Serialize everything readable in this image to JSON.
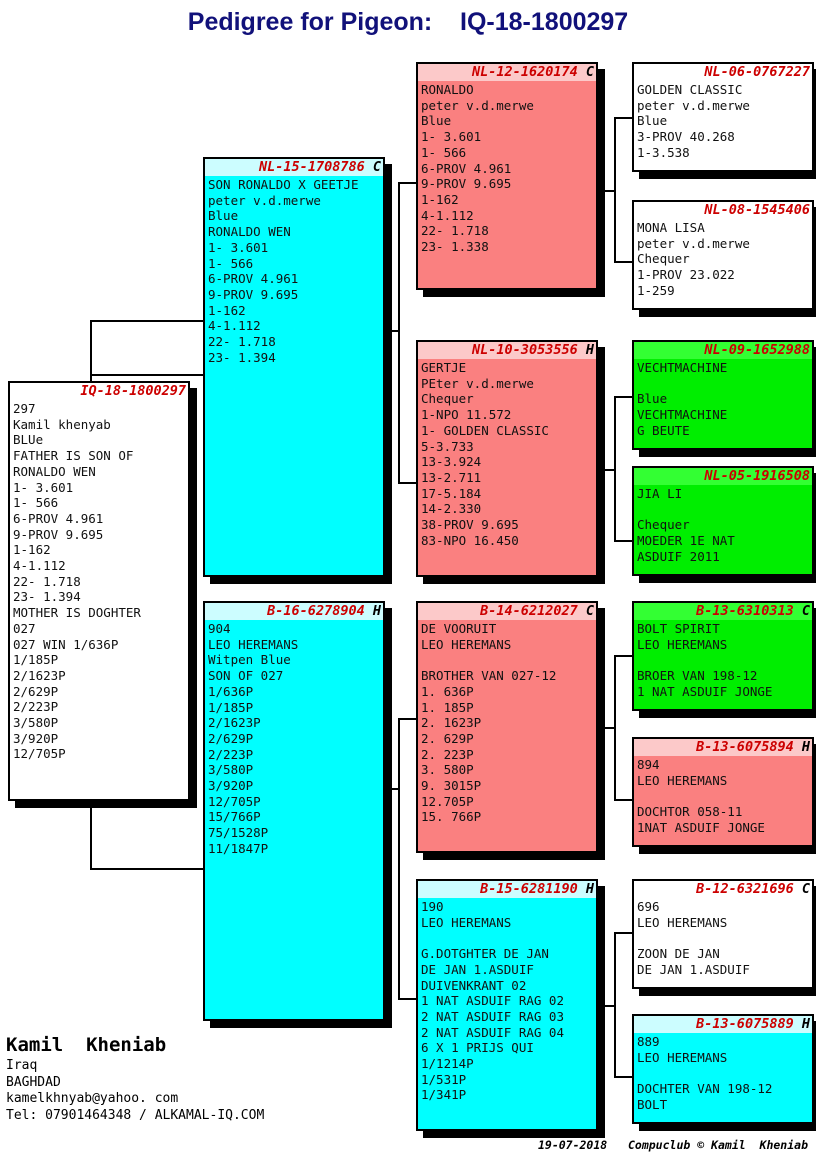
{
  "title": "Pedigree for Pigeon:    IQ-18-1800297",
  "boxes": {
    "subject": {
      "ring": "IQ-18-1800297",
      "sex": "",
      "color": "white",
      "lines": "297\nKamil khenyab\nBLUe\nFATHER IS SON OF\nRONALDO WEN\n1- 3.601\n1- 566\n6-PROV 4.961\n9-PROV 9.695\n1-162\n4-1.112\n22- 1.718\n23- 1.394\nMOTHER IS DOGHTER\n027\n027 WIN 1/636P\n1/185P\n2/1623P\n2/629P\n2/223P\n3/580P\n3/920P\n12/705P"
    },
    "sire": {
      "ring": "NL-15-1708786",
      "sex": "C",
      "color": "cyan",
      "lines": "SON RONALDO X GEETJE\npeter v.d.merwe\nBlue\nRONALDO WEN\n1- 3.601\n1- 566\n6-PROV 4.961\n9-PROV 9.695\n1-162\n4-1.112\n22- 1.718\n23- 1.394"
    },
    "dam": {
      "ring": "B-16-6278904",
      "sex": "H",
      "color": "cyan",
      "lines": "904\nLEO HEREMANS\nWitpen Blue\nSON OF 027\n1/636P\n1/185P\n2/1623P\n2/629P\n2/223P\n3/580P\n3/920P\n12/705P\n15/766P\n75/1528P\n11/1847P"
    },
    "sire_sire": {
      "ring": "NL-12-1620174",
      "sex": "C",
      "color": "pink",
      "lines": "RONALDO\npeter v.d.merwe\nBlue\n1- 3.601\n1- 566\n6-PROV 4.961\n9-PROV 9.695\n1-162\n4-1.112\n22- 1.718\n23- 1.338"
    },
    "sire_dam": {
      "ring": "NL-10-3053556",
      "sex": "H",
      "color": "pink",
      "lines": "GERTJE\nPEter v.d.merwe\nChequer\n1-NPO 11.572\n1- GOLDEN CLASSIC\n5-3.733\n13-3.924\n13-2.711\n17-5.184\n14-2.330\n38-PROV 9.695\n83-NPO 16.450"
    },
    "dam_sire": {
      "ring": "B-14-6212027",
      "sex": "C",
      "color": "pink",
      "lines": "DE VOORUIT\nLEO HEREMANS\n\nBROTHER VAN 027-12\n1. 636P\n1. 185P\n2. 1623P\n2. 629P\n2. 223P\n3. 580P\n9. 3015P\n12.705P\n15. 766P"
    },
    "dam_dam": {
      "ring": "B-15-6281190",
      "sex": "H",
      "color": "cyan",
      "lines": "190\nLEO HEREMANS\n\nG.DOTGHTER DE JAN\nDE JAN 1.ASDUIF\nDUIVENKRANT 02\n1 NAT ASDUIF RAG 02\n2 NAT ASDUIF RAG 03\n2 NAT ASDUIF RAG 04\n6 X 1 PRIJS QUI\n1/1214P\n1/531P\n1/341P"
    },
    "ss_sire": {
      "ring": "NL-06-0767227",
      "sex": "",
      "color": "white",
      "lines": "GOLDEN CLASSIC\npeter v.d.merwe\nBlue\n3-PROV 40.268\n1-3.538"
    },
    "ss_dam": {
      "ring": "NL-08-1545406",
      "sex": "",
      "color": "white",
      "lines": "MONA LISA\npeter v.d.merwe\nChequer\n1-PROV 23.022\n1-259"
    },
    "sd_sire": {
      "ring": "NL-09-1652988",
      "sex": "",
      "color": "green",
      "lines": "VECHTMACHINE\n\nBlue\nVECHTMACHINE\nG BEUTE"
    },
    "sd_dam": {
      "ring": "NL-05-1916508",
      "sex": "",
      "color": "green",
      "lines": "JIA LI\n\nChequer\nMOEDER 1E NAT\nASDUIF 2011"
    },
    "ds_sire": {
      "ring": "B-13-6310313",
      "sex": "C",
      "color": "green",
      "lines": "BOLT SPIRIT\nLEO HEREMANS\n\nBROER VAN 198-12\n1 NAT ASDUIF JONGE"
    },
    "ds_dam": {
      "ring": "B-13-6075894",
      "sex": "H",
      "color": "pink",
      "lines": "894\nLEO HEREMANS\n\nDOCHTOR 058-11\n1NAT ASDUIF JONGE"
    },
    "dd_sire": {
      "ring": "B-12-6321696",
      "sex": "C",
      "color": "white",
      "lines": "696\nLEO HEREMANS\n\nZOON DE JAN\nDE JAN 1.ASDUIF"
    },
    "dd_dam": {
      "ring": "B-13-6075889",
      "sex": "H",
      "color": "cyan",
      "lines": "889\nLEO HEREMANS\n\nDOCHTER VAN 198-12\nBOLT"
    }
  },
  "footer": {
    "owner": "Kamil  Kheniab",
    "details": "Iraq\nBAGHDAD\nkamelkhnyab@yahoo. com\nTel: 07901464348 / ALKAMAL-IQ.COM",
    "credit": "19-07-2018   Compuclub © Kamil  Kheniab"
  },
  "colors": {
    "title": "#11117a",
    "ring": "#cc0000",
    "cyan": "#00ffff",
    "pink": "#fa8080",
    "green": "#00ee00",
    "white": "#ffffff"
  }
}
